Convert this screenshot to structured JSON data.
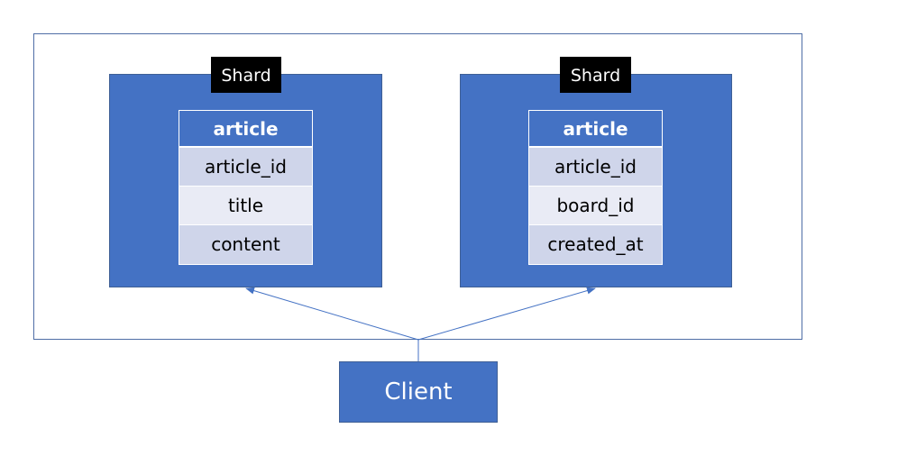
{
  "shards": [
    {
      "label": "Shard",
      "table": {
        "header": "article",
        "rows": [
          "article_id",
          "title",
          "content"
        ]
      }
    },
    {
      "label": "Shard",
      "table": {
        "header": "article",
        "rows": [
          "article_id",
          "board_id",
          "created_at"
        ]
      }
    }
  ],
  "client": {
    "label": "Client"
  },
  "colors": {
    "shard_fill": "#4472c4",
    "label_fill": "#000000",
    "row_odd": "#cfd5ea",
    "row_even": "#e9ebf5",
    "connector": "#4472c4"
  }
}
